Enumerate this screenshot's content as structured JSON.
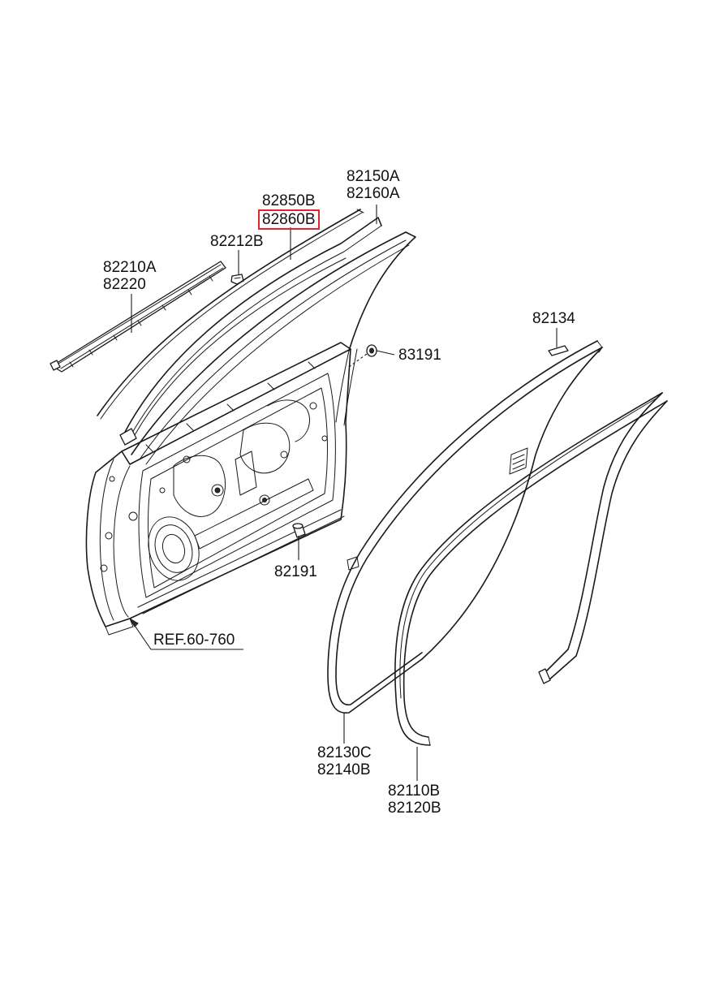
{
  "labels": {
    "p82150A": "82150A",
    "p82160A": "82160A",
    "p82850B": "82850B",
    "p82860B": "82860B",
    "p82212B": "82212B",
    "p82210A": "82210A",
    "p82220": "82220",
    "p83191": "83191",
    "p82134": "82134",
    "p82191": "82191",
    "ref": "REF.60-760",
    "p82130C": "82130C",
    "p82140B": "82140B",
    "p82110B": "82110B",
    "p82120B": "82120B"
  },
  "highlighted_part": "82860B",
  "colors": {
    "highlight": "#e0262d",
    "line": "#1a1a1a",
    "background": "#ffffff"
  }
}
